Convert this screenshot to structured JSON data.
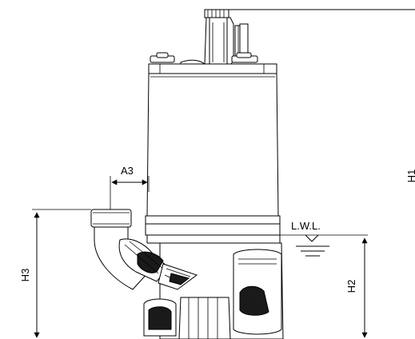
{
  "labels": {
    "a3": "A3",
    "h3": "H3",
    "h2": "H2",
    "h1": "H1",
    "lwl": "L.W.L."
  }
}
